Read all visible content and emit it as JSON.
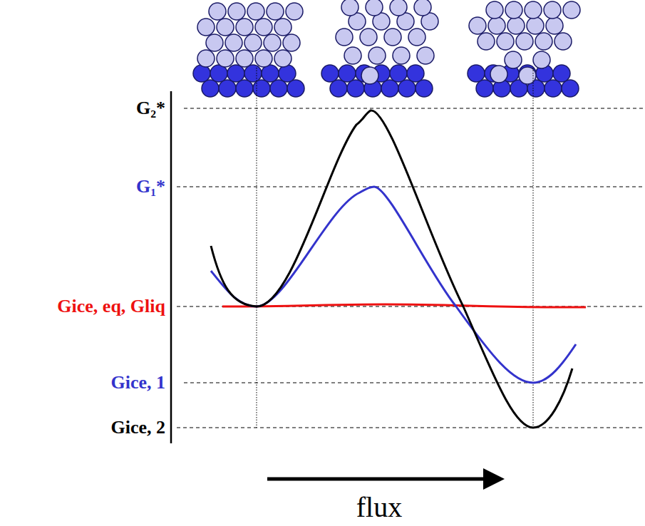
{
  "diagram": {
    "labels": [
      "G₂*",
      "G₁*",
      "Gice, eq, Gliq",
      "Gice, 1",
      "Gice, 2",
      "flux"
    ]
  }
}
